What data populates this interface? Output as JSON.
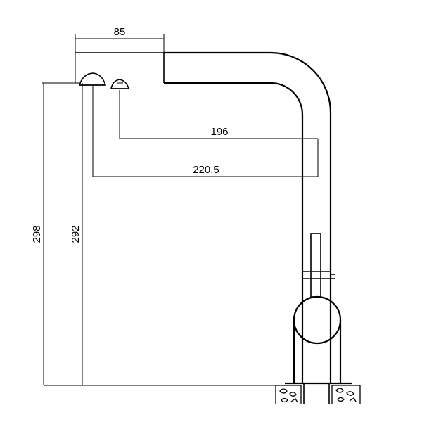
{
  "dimensions": {
    "width_top": "85",
    "horizontal_reach_short": "196",
    "horizontal_reach_long": "220.5",
    "height_total": "298",
    "height_spout": "292"
  },
  "colors": {
    "line": "#000000",
    "background": "#ffffff"
  }
}
